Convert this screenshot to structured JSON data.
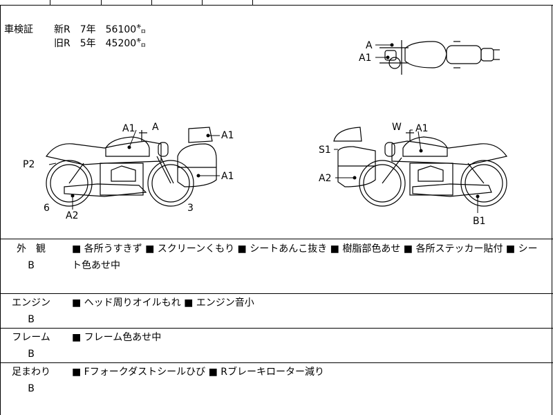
{
  "inspection": {
    "label": "車検証",
    "new_line": "新R　7年　56100㌔",
    "old_line": "旧R　5年　45200㌔"
  },
  "diagram_labels": {
    "top_a": "A",
    "top_a1": "A1",
    "left_a1_tank": "A1",
    "left_a_handle": "A",
    "left_a1_cowl": "A1",
    "left_a1_case": "A1",
    "left_p2": "P2",
    "left_6": "6",
    "left_a2": "A2",
    "left_3": "3",
    "right_w": "W",
    "right_a1": "A1",
    "right_s1": "S1",
    "right_a2": "A2",
    "right_b1": "B1"
  },
  "rows": [
    {
      "label": "外　観",
      "grade": "B",
      "text": "■ 各所うすきず ■ スクリーンくもり ■ シートあんこ抜き ■ 樹脂部色あせ ■ 各所ステッカー貼付 ■ シート色あせ中"
    },
    {
      "label": "エンジン",
      "grade": "B",
      "text": "■ ヘッド周りオイルもれ ■ エンジン音小"
    },
    {
      "label": "フレーム",
      "grade": "B",
      "text": "■ フレーム色あせ中"
    },
    {
      "label": "足まわり",
      "grade": "B",
      "text": "■ Fフォークダストシールひび ■ Rブレーキローター減り"
    }
  ]
}
